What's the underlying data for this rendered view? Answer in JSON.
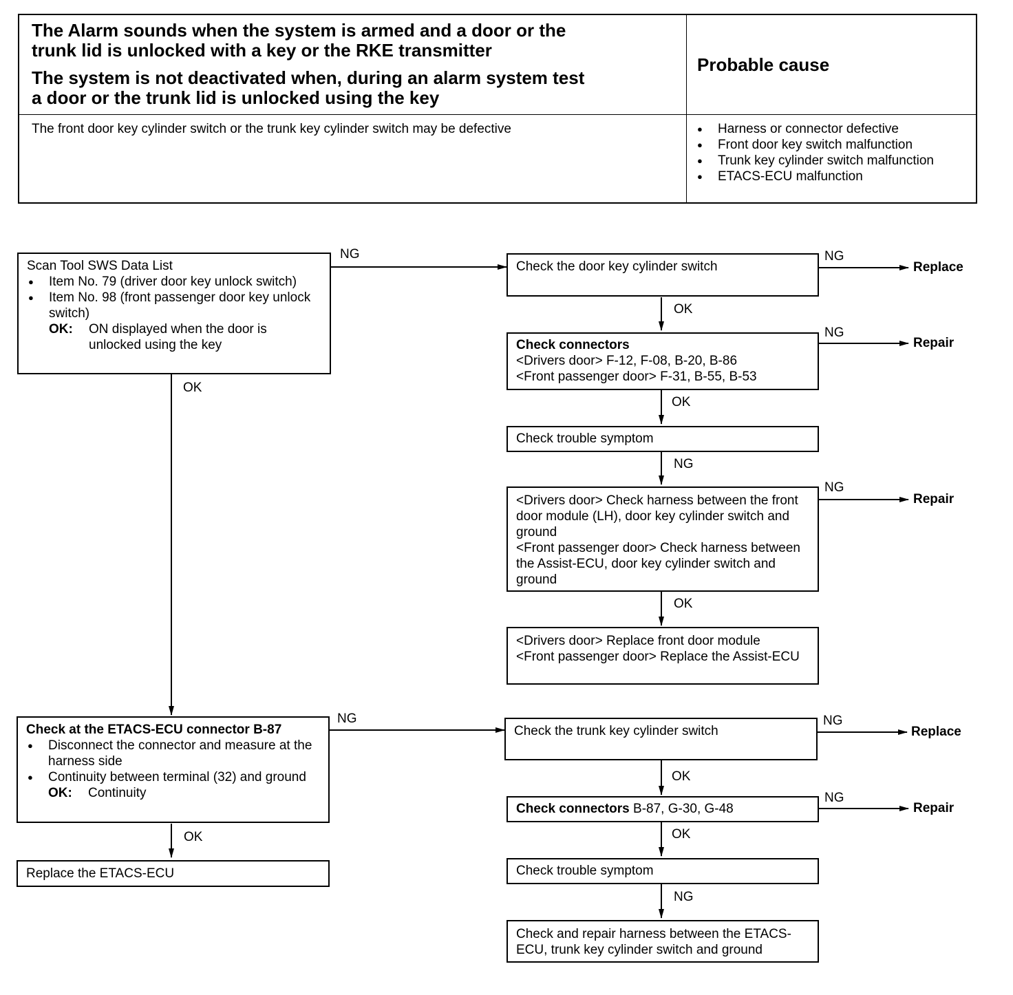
{
  "table": {
    "header_line1": "The Alarm sounds when the system is armed and a door or the",
    "header_line2": "trunk lid is unlocked with a key or the RKE transmitter",
    "header_line3": "The system is not deactivated when, during an alarm system test",
    "header_line4": "a door or the trunk lid is unlocked using the key",
    "probable_cause_header": "Probable cause",
    "description": "The front door key cylinder switch or the trunk key cylinder switch may be defective",
    "causes": [
      "Harness or connector defective",
      "Front door key switch malfunction",
      "Trunk key cylinder switch malfunction",
      "ETACS-ECU malfunction"
    ]
  },
  "flow": {
    "scan": {
      "title": "Scan Tool SWS Data List",
      "item1": "Item No. 79 (driver door key unlock switch)",
      "item2": "Item No. 98 (front passenger door key unlock switch)",
      "ok_label": "OK:",
      "ok_text": "ON displayed when the door is unlocked using the key"
    },
    "door_switch": "Check the door key cylinder switch",
    "connectors": {
      "title": "Check connectors",
      "drivers": "<Drivers door> F-12, F-08, B-20, B-86",
      "passenger": "<Front passenger door> F-31, B-55, B-53"
    },
    "symptom1": "Check trouble symptom",
    "harness": {
      "drivers": "<Drivers door> Check harness between the front door module (LH), door key cylinder switch and ground",
      "passenger": "<Front passenger door> Check harness between the Assist-ECU, door key cylinder switch and ground"
    },
    "replace_module": {
      "drivers": "<Drivers door> Replace front door module",
      "passenger": "<Front passenger door> Replace the Assist-ECU"
    },
    "etacs_check": {
      "title": "Check at the ETACS-ECU connector B-87",
      "item1": "Disconnect the connector and measure at the harness side",
      "item2": "Continuity between terminal (32) and ground",
      "ok_label": "OK:",
      "ok_text": "Continuity"
    },
    "replace_etacs": "Replace the ETACS-ECU",
    "trunk_switch": "Check the trunk key cylinder switch",
    "connectors2": {
      "title": "Check connectors",
      "rest": "B-87, G-30, G-48"
    },
    "symptom2": "Check trouble symptom",
    "repair_harness": "Check and repair harness between the ETACS-ECU, trunk key cylinder switch and ground",
    "labels": {
      "ng": "NG",
      "ok": "OK",
      "replace": "Replace",
      "repair": "Repair"
    }
  }
}
